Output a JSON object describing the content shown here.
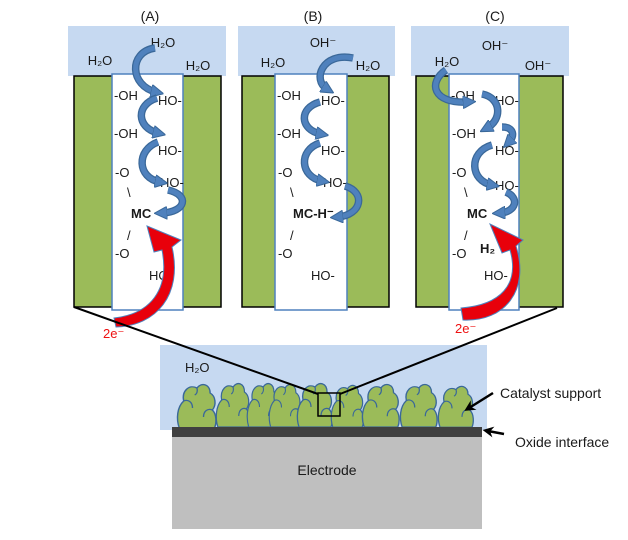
{
  "panels": [
    {
      "title": "(A)",
      "solution": {
        "top": "H₂O",
        "left": "H₂O",
        "right": "H₂O"
      },
      "left_wall": {
        "oh1": "-OH",
        "oh2": "-OH",
        "o1": "-O",
        "bond1": "\\",
        "center": "MC",
        "bond2": "/",
        "o2": "-O"
      },
      "right_wall": {
        "ho1": "HO-",
        "ho2": "HO-",
        "ho3": "HO-",
        "ho4": "HO-"
      },
      "electrons": "2e⁻"
    },
    {
      "title": "(B)",
      "solution": {
        "top": "OH⁻",
        "left": "H₂O",
        "right": "H₂O"
      },
      "left_wall": {
        "oh1": "-OH",
        "oh2": "-OH",
        "o1": "-O",
        "bond1": "\\",
        "center": "MC-H⁻",
        "bond2": "/",
        "o2": "-O"
      },
      "right_wall": {
        "ho1": "HO-",
        "ho2": "HO-",
        "ho3": "HO-",
        "ho4": "HO-"
      }
    },
    {
      "title": "(C)",
      "solution": {
        "top": "OH⁻",
        "left": "H₂O",
        "right": "OH⁻"
      },
      "left_wall": {
        "oh1": "-OH",
        "oh2": "-OH",
        "o1": "-O",
        "bond1": "\\",
        "center": "MC",
        "bond2": "/",
        "o2": "-O"
      },
      "right_wall": {
        "ho1": "HO-",
        "ho2": "HO-",
        "ho3": "HO-",
        "ho4": "HO-"
      },
      "product": "H₂",
      "electrons": "2e⁻"
    }
  ],
  "overview": {
    "solution": "H₂O",
    "electrode": "Electrode",
    "callouts": {
      "catalyst_support": "Catalyst support",
      "oxide_interface": "Oxide interface"
    }
  },
  "colors": {
    "water": "#C6D9F1",
    "catalyst": "#9BBB59",
    "proton_arrow": "#4F81BD",
    "electron_arrow": "#E8000B",
    "oxide": "#404040",
    "electrode": "#BFBFBF"
  }
}
